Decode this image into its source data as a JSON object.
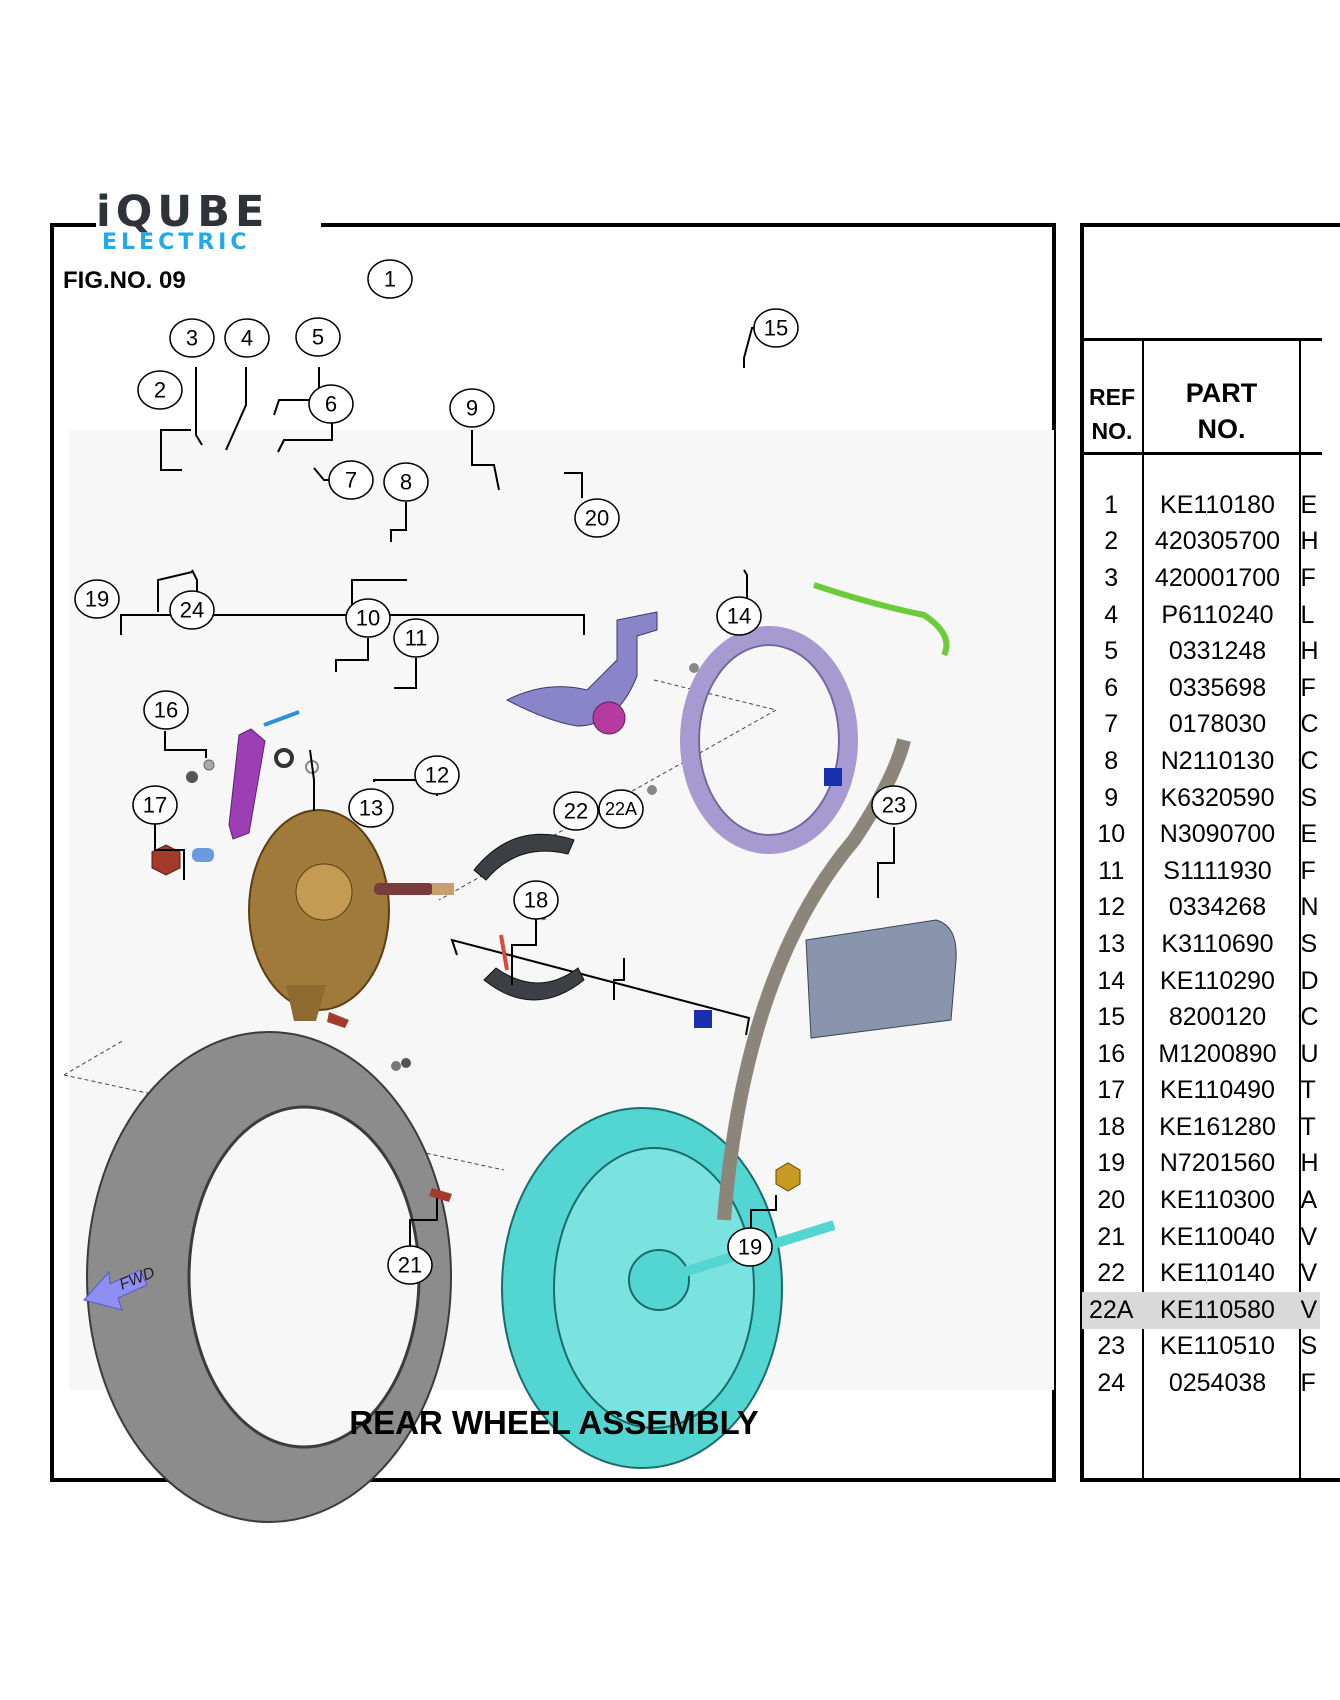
{
  "logo": {
    "line1": "iQUBE",
    "line2": "ELECTRIC",
    "colors": {
      "dark": "#2f3238",
      "accent": "#22a9ea"
    }
  },
  "figure": {
    "number_label": "FIG.NO. 09",
    "title": "REAR WHEEL ASSEMBLY",
    "direction_label": "FWD",
    "callouts": [
      "1",
      "2",
      "3",
      "4",
      "5",
      "6",
      "7",
      "8",
      "9",
      "10",
      "11",
      "12",
      "13",
      "14",
      "15",
      "16",
      "17",
      "18",
      "19",
      "20",
      "21",
      "22",
      "22A",
      "23",
      "24"
    ]
  },
  "table": {
    "headers": {
      "ref_line1": "REF",
      "ref_line2": "NO.",
      "part_line1": "PART",
      "part_line2": "NO."
    },
    "highlight_color": "#d9d9d9",
    "rows": [
      {
        "ref": "1",
        "part": "KE110180",
        "desc_initial": "E"
      },
      {
        "ref": "2",
        "part": "420305700",
        "desc_initial": "H"
      },
      {
        "ref": "3",
        "part": "420001700",
        "desc_initial": "F"
      },
      {
        "ref": "4",
        "part": "P6110240",
        "desc_initial": "L"
      },
      {
        "ref": "5",
        "part": "0331248",
        "desc_initial": "H"
      },
      {
        "ref": "6",
        "part": "0335698",
        "desc_initial": "F"
      },
      {
        "ref": "7",
        "part": "0178030",
        "desc_initial": "C"
      },
      {
        "ref": "8",
        "part": "N2110130",
        "desc_initial": "C"
      },
      {
        "ref": "9",
        "part": "K6320590",
        "desc_initial": "S"
      },
      {
        "ref": "10",
        "part": "N3090700",
        "desc_initial": "E"
      },
      {
        "ref": "11",
        "part": "S1111930",
        "desc_initial": "F"
      },
      {
        "ref": "12",
        "part": "0334268",
        "desc_initial": "N"
      },
      {
        "ref": "13",
        "part": "K3110690",
        "desc_initial": "S"
      },
      {
        "ref": "14",
        "part": "KE110290",
        "desc_initial": "D"
      },
      {
        "ref": "15",
        "part": "8200120",
        "desc_initial": "C"
      },
      {
        "ref": "16",
        "part": "M1200890",
        "desc_initial": "U"
      },
      {
        "ref": "17",
        "part": "KE110490",
        "desc_initial": "T"
      },
      {
        "ref": "18",
        "part": "KE161280",
        "desc_initial": "T"
      },
      {
        "ref": "19",
        "part": "N7201560",
        "desc_initial": "H"
      },
      {
        "ref": "20",
        "part": "KE110300",
        "desc_initial": "A"
      },
      {
        "ref": "21",
        "part": "KE110040",
        "desc_initial": "V"
      },
      {
        "ref": "22",
        "part": "KE110140",
        "desc_initial": "V"
      },
      {
        "ref": "22A",
        "part": "KE110580",
        "desc_initial": "V",
        "highlighted": true
      },
      {
        "ref": "23",
        "part": "KE110510",
        "desc_initial": "S"
      },
      {
        "ref": "24",
        "part": "0254038",
        "desc_initial": "F"
      }
    ]
  }
}
